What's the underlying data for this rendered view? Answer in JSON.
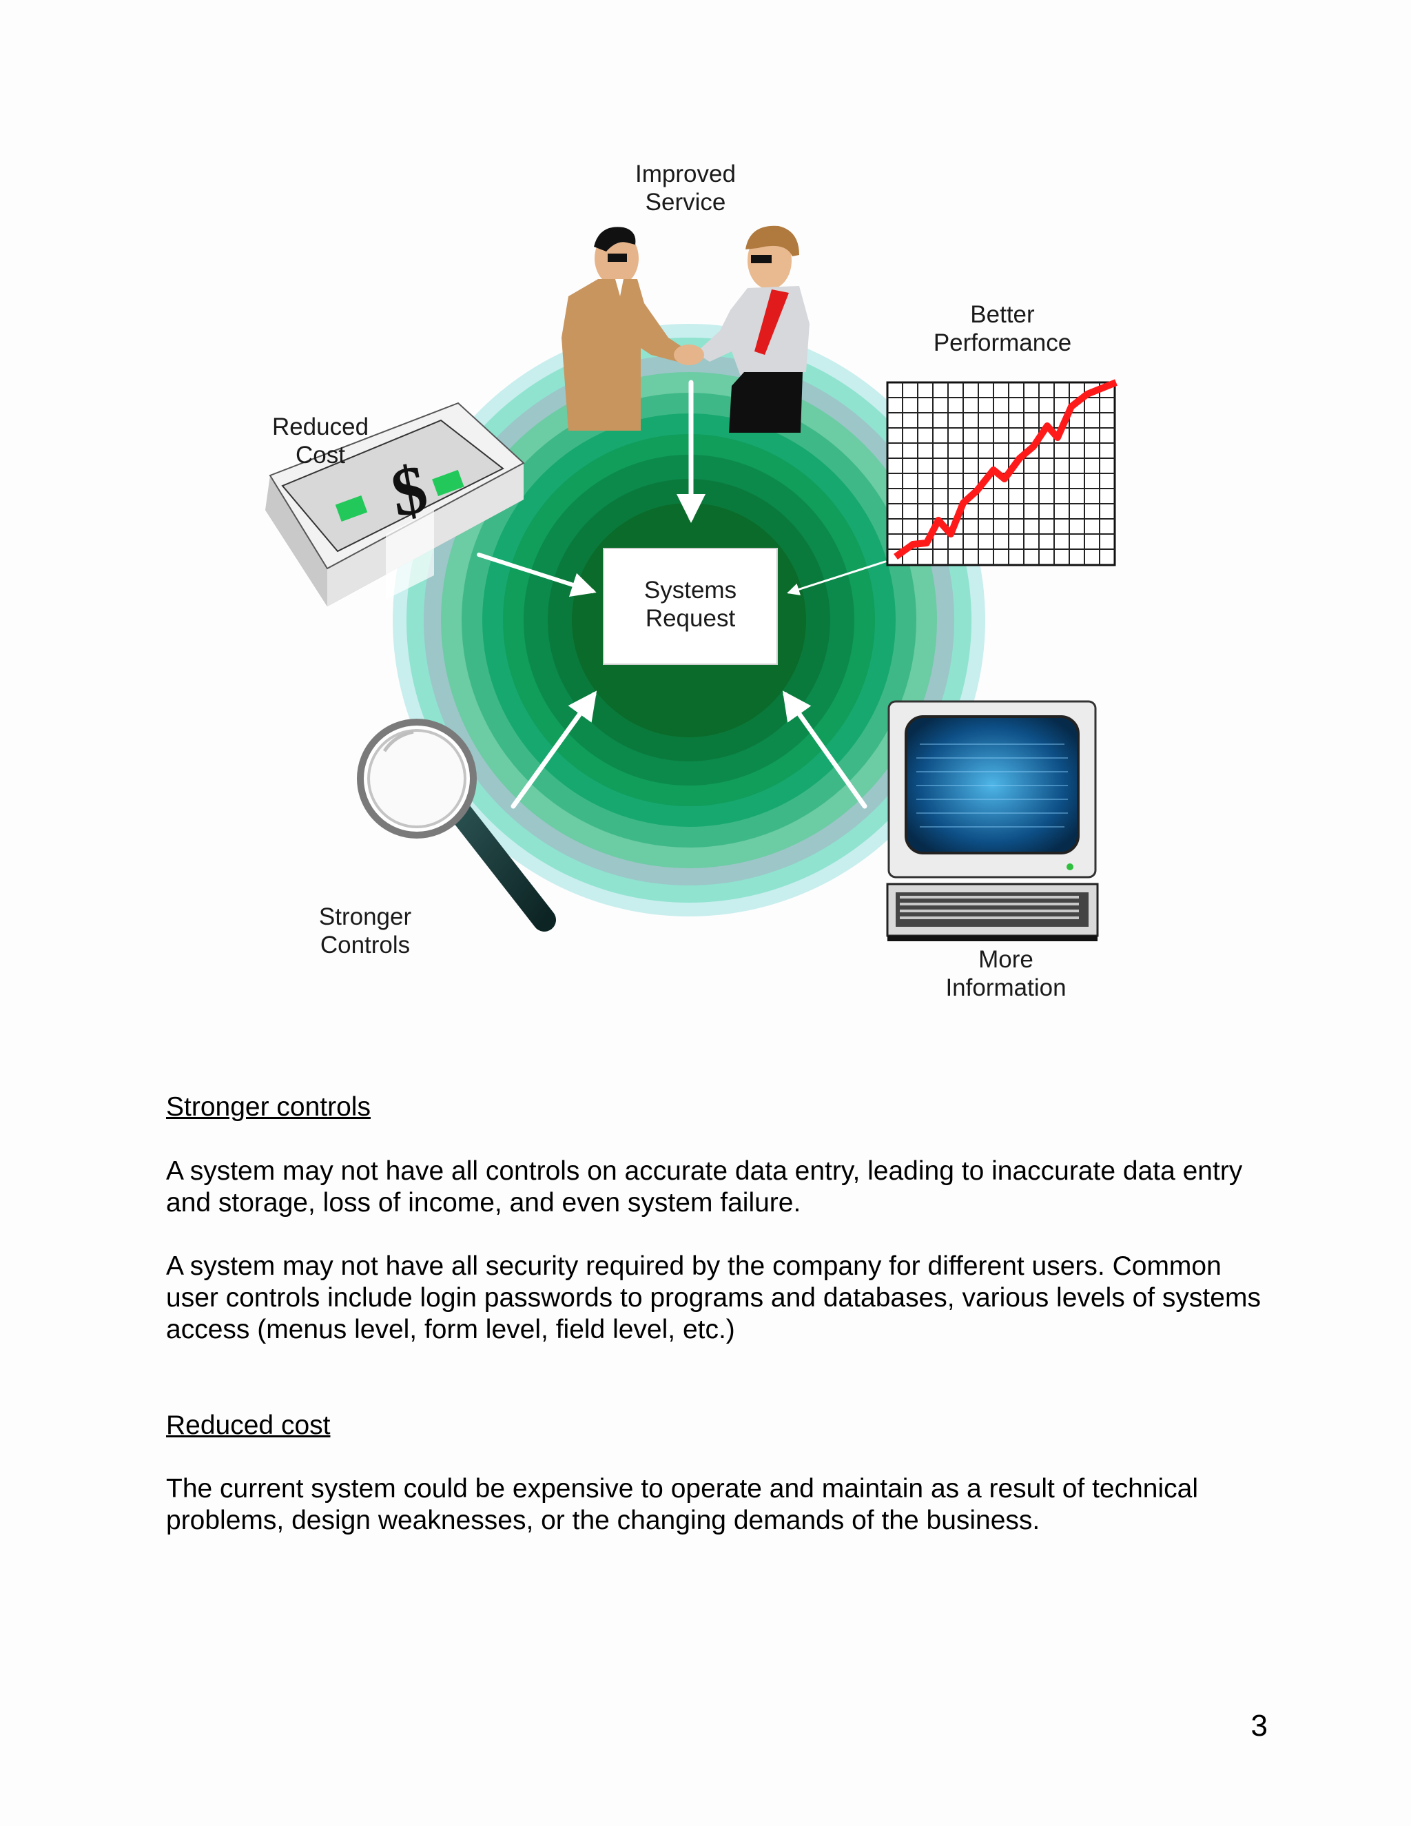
{
  "diagram": {
    "center_label": "Systems\nRequest",
    "labels": {
      "improved_service": "Improved\nService",
      "better_performance": "Better\nPerformance",
      "reduced_cost": "Reduced\nCost",
      "stronger_controls": "Stronger\nControls",
      "more_information": "More\nInformation"
    },
    "icons": {
      "improved_service": "handshake-icon",
      "better_performance": "line-graph-icon",
      "reduced_cost": "money-stack-icon",
      "stronger_controls": "magnifying-glass-icon",
      "more_information": "computer-terminal-icon"
    },
    "colors": {
      "ring_outer": "#c4ecec",
      "ring_inner": "#0a6b2a",
      "arrow": "#ffffff",
      "graph_line": "#ff1a1a"
    }
  },
  "sections": [
    {
      "title": "Stronger controls",
      "paragraphs": [
        "A system may not have all controls on accurate data entry, leading to inaccurate data entry and storage, loss of income, and even system failure.",
        "A system may not have all security required by the company for different users. Common user controls include login passwords to programs and databases, various levels of systems access (menus level, form level, field level, etc.)"
      ]
    },
    {
      "title": "Reduced cost",
      "paragraphs": [
        "The current system could be expensive to operate and maintain as a result of technical problems, design weaknesses, or the changing demands of the business."
      ]
    }
  ],
  "page_number": "3"
}
